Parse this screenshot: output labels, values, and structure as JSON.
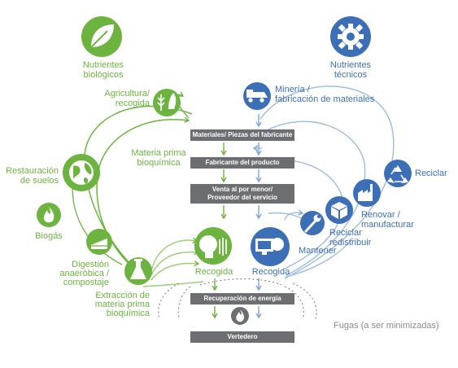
{
  "labels": {
    "bio_nutrients": [
      "Nutrientes",
      "biológicos"
    ],
    "tech_nutrients": [
      "Nutrientes",
      "técnicos"
    ],
    "agriculture": [
      "Agricultura/",
      "recogida"
    ],
    "raw_material": [
      "Materia prima",
      "bioquímica"
    ],
    "soil_restoration": [
      "Restauración",
      "de suelos"
    ],
    "biogas": "Biogás",
    "digestion": [
      "Digestión",
      "anaeróbica /",
      "compostaje"
    ],
    "extraction": [
      "Extracción de",
      "materia prima",
      "bioquímica"
    ],
    "mining": [
      "Minería /",
      "fabricación de materiales"
    ],
    "recycle": "Reciclar",
    "refurbish": [
      "Renovar /",
      "manufacturar"
    ],
    "reuse": [
      "Reciclar",
      "redistribuir"
    ],
    "maintain": "Mantener",
    "collection_bio": "Recogida",
    "collection_tech": "Recogida",
    "leakage": "Fugas (a ser minimizadas)"
  },
  "process_boxes": {
    "parts": "Materiales/ Piezas del fabricante",
    "product": "Fabricante del producto",
    "retail": [
      "Venta al por menor/",
      "Proveedor del servicio"
    ],
    "energy": "Recuperación de energía",
    "landfill": "Vertedero"
  },
  "colors": {
    "green": "#6db33f",
    "light_green": "#9ccf7a",
    "blue": "#3d6fb6",
    "light_blue": "#9cbbe3",
    "box_gray": "#6d6e71"
  },
  "icons": {
    "bio_nutrients": "leaf-icon",
    "tech_nutrients": "gear-icon",
    "agriculture": "wheat-fish-icon",
    "soil_restoration": "globe-icon",
    "biogas": "flame-icon",
    "digestion": "cake-icon",
    "extraction": "flask-icon",
    "mining": "mining-truck-icon",
    "recycle": "recycle-icon",
    "refurbish": "factory-icon",
    "reuse": "box-icon",
    "maintain": "wrench-icon",
    "collection_bio": "consumer-bio-icon",
    "collection_tech": "consumer-tech-icon",
    "energy": "flame-icon"
  }
}
